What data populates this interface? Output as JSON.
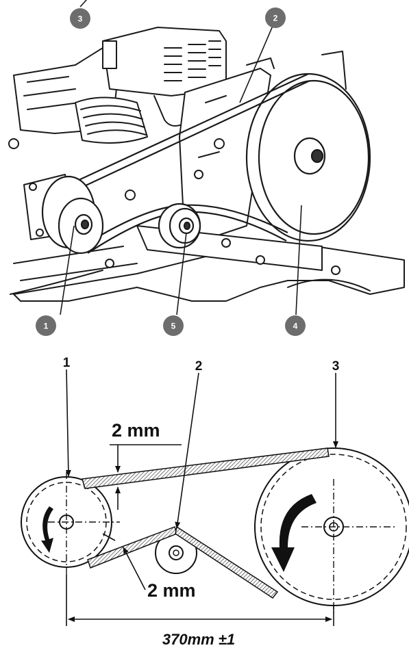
{
  "illustration": {
    "callouts": [
      {
        "id": "c3",
        "label": "3"
      },
      {
        "id": "c2",
        "label": "2"
      },
      {
        "id": "c1",
        "label": "1"
      },
      {
        "id": "c5",
        "label": "5"
      },
      {
        "id": "c4",
        "label": "4"
      }
    ]
  },
  "schematic": {
    "labels": [
      {
        "id": "s1",
        "label": "1"
      },
      {
        "id": "s2",
        "label": "2"
      },
      {
        "id": "s3",
        "label": "3"
      }
    ],
    "gap_top": "2 mm",
    "gap_bottom": "2 mm",
    "distance": "370mm ±1"
  },
  "colors": {
    "callout_fill": "#6d6d6d",
    "ink": "#111111"
  }
}
